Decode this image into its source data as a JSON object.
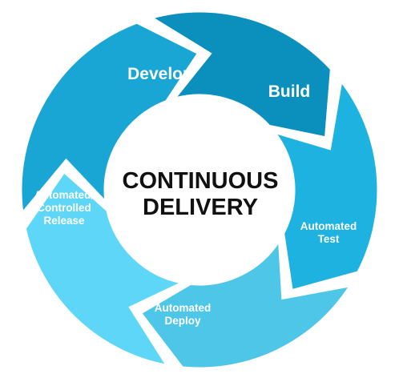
{
  "center": {
    "line1": "CONTINUOUS",
    "line2": "DELIVERY"
  },
  "stages": [
    {
      "id": "develop",
      "lines": [
        "Develop"
      ],
      "color": "#0b90bd"
    },
    {
      "id": "build",
      "lines": [
        "Build"
      ],
      "color": "#1eb2e0"
    },
    {
      "id": "automated-test",
      "lines": [
        "Automated",
        "Test"
      ],
      "color": "#4ec6e8"
    },
    {
      "id": "automated-deploy",
      "lines": [
        "Automated",
        "Deploy"
      ],
      "color": "#5dd6f7"
    },
    {
      "id": "automated-controlled-release",
      "lines": [
        "Automated/",
        "Controlled",
        "Release"
      ],
      "color": "#1aa6d4"
    }
  ]
}
